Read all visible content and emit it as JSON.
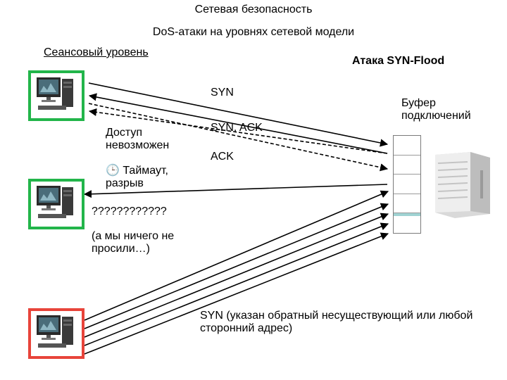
{
  "header": {
    "title": "Сетевая безопасность",
    "subtitle": "DoS-атаки на уровнях сетевой модели"
  },
  "layer_label": "Сеансовый уровень",
  "attack_label": "Атака SYN-Flood",
  "messages": {
    "syn": "SYN",
    "syn_ack": "SYN, ACK",
    "ack": "ACK"
  },
  "buffer_label": "Буфер подключений",
  "client_notes": {
    "access_denied": "Доступ невозможен",
    "timeout_icon": "clock-icon",
    "timeout": "Таймаут, разрыв",
    "question": "????????????",
    "not_requested": "(а мы ничего не просили…)"
  },
  "attacker_note": "SYN (указан обратный несуществующий или любой сторонний адрес)",
  "colors": {
    "legit_client_frame": "#22b54a",
    "attacker_frame": "#e8443a",
    "arrow": "#000000",
    "buffer_fill": "#9fd2d2"
  },
  "icons": {
    "client": "computer-icon",
    "server": "server-icon"
  }
}
